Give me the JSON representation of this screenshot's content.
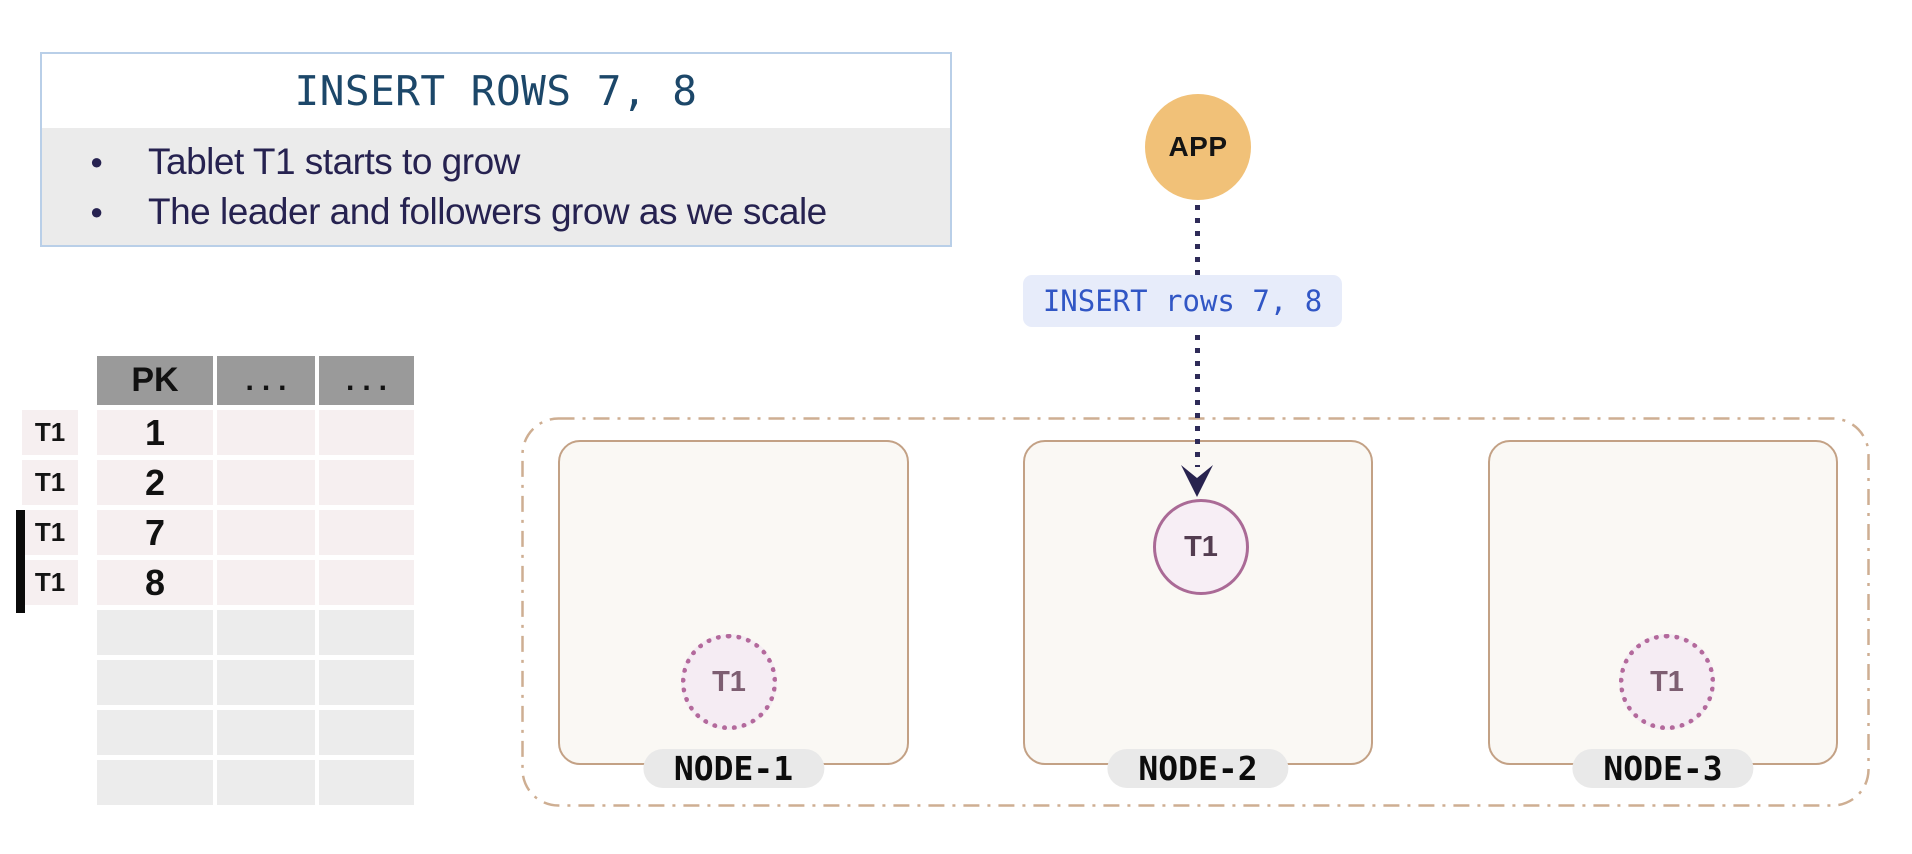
{
  "info_box": {
    "title": "INSERT ROWS 7, 8",
    "bullet_glyph": "●",
    "bullets": [
      "Tablet T1 starts to grow",
      "The leader and followers grow as we scale"
    ]
  },
  "table": {
    "headers": [
      "PK",
      "...",
      "..."
    ],
    "row_labels": [
      {
        "text": "T1",
        "new": false
      },
      {
        "text": "T1",
        "new": false
      },
      {
        "text": "T1",
        "new": true
      },
      {
        "text": "T1",
        "new": true
      }
    ],
    "rows": [
      {
        "pk": "1",
        "c2": "",
        "c3": ""
      },
      {
        "pk": "2",
        "c2": "",
        "c3": ""
      },
      {
        "pk": "7",
        "c2": "",
        "c3": ""
      },
      {
        "pk": "8",
        "c2": "",
        "c3": ""
      },
      {
        "pk": "",
        "c2": "",
        "c3": ""
      },
      {
        "pk": "",
        "c2": "",
        "c3": ""
      },
      {
        "pk": "",
        "c2": "",
        "c3": ""
      },
      {
        "pk": "",
        "c2": "",
        "c3": ""
      }
    ]
  },
  "flow": {
    "app_label": "APP",
    "insert_label": "INSERT rows 7, 8"
  },
  "cluster": {
    "nodes": [
      {
        "name": "NODE-1",
        "tablet": "T1",
        "role": "follower"
      },
      {
        "name": "NODE-2",
        "tablet": "T1",
        "role": "leader"
      },
      {
        "name": "NODE-3",
        "tablet": "T1",
        "role": "follower"
      }
    ]
  },
  "colors": {
    "title_blue": "#1c4769",
    "bullet_navy": "#262250",
    "panel_bg": "#ebebeb",
    "panel_border": "#b9cfe8",
    "table_header_bg": "#9a9a9a",
    "row_data_bg": "#f6eff0",
    "row_empty_bg": "#ececec",
    "new_row_marker": "#0a0a0a",
    "app_fill": "#f1c178",
    "arrow_navy": "#2e2b58",
    "insert_bg": "#e7ecfa",
    "insert_text": "#3156c5",
    "cluster_border": "#ceae92",
    "node_border": "#c3a185",
    "node_fill": "#faf8f4",
    "pill_bg": "#e9e9e9",
    "leader_stroke": "#aa6a96",
    "follower_dots": "#b3699c",
    "tablet_fill": "#f6eef4"
  }
}
